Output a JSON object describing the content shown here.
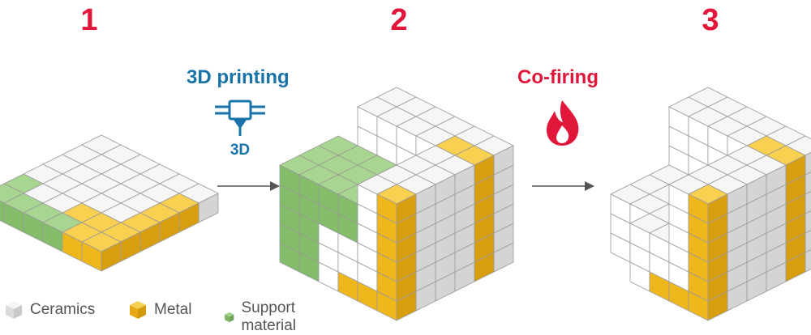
{
  "steps": [
    "1",
    "2",
    "3"
  ],
  "processes": {
    "printing": {
      "label": "3D printing",
      "icon": "printer-nozzle-icon",
      "icon_text": "3D",
      "color": "#1a73a8"
    },
    "cofiring": {
      "label": "Co-firing",
      "icon": "flame-icon",
      "color": "#e0173a"
    }
  },
  "legend": [
    {
      "label": "Ceramics",
      "color": "#e8e8e8"
    },
    {
      "label": "Metal",
      "color": "#f2b51d"
    },
    {
      "label": "Support material",
      "color": "#7fbf6a"
    }
  ],
  "colors": {
    "accent": "#e0173a",
    "process": "#1a73a8",
    "arrow": "#555555"
  }
}
